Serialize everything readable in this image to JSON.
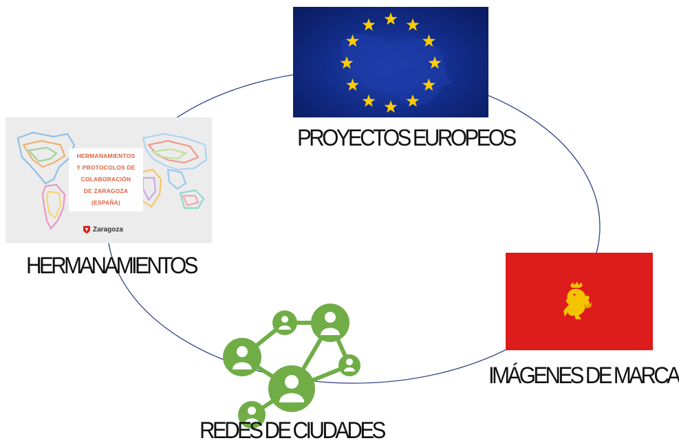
{
  "labels": {
    "eu_projects": "PROYECTOS EUROPEOS",
    "twinnings": "HERMANAMIENTOS",
    "brand_images": "IMÁGENES DE MARCA",
    "city_networks": "REDES DE CIUDADES"
  },
  "twin_card": {
    "lines": [
      "HERMANAMIENTOS",
      "Y PROTOCOLOS DE",
      "COLABORACIÓN",
      "DE ZARAGOZA",
      "(ESPAÑA)"
    ],
    "logo_text": "Zaragoza"
  },
  "icons": {
    "eu_flag": "eu-flag-icon",
    "aragon_flag": "aragon-lion-flag-icon",
    "network": "people-network-icon"
  },
  "colors": {
    "ellipse": "#2f3f86",
    "eu_blue": "#132e8c",
    "eu_star": "#ffcc00",
    "flag_red": "#dd1c1c",
    "lion_gold": "#f5c400",
    "network_green": "#70ad47",
    "twin_text": "#e2623f"
  }
}
